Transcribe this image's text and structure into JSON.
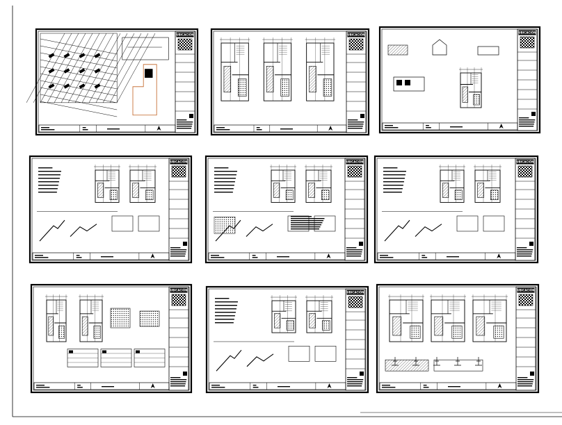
{
  "sheet_set": {
    "sheets": [
      {
        "id": "sheet-1",
        "title_block_label": "UBICACIÓN",
        "content": "location-map-and-site-plan"
      },
      {
        "id": "sheet-2",
        "title_block_label": "UBICACIÓN",
        "content": "three-floor-plans"
      },
      {
        "id": "sheet-3",
        "title_block_label": "UBICACIÓN",
        "content": "elevations-and-section"
      },
      {
        "id": "sheet-4",
        "title_block_label": "UBICACIÓN",
        "content": "installation-plans-with-isometric"
      },
      {
        "id": "sheet-5",
        "title_block_label": "UBICACIÓN",
        "content": "plans-with-tables-and-notes"
      },
      {
        "id": "sheet-6",
        "title_block_label": "UBICACIÓN",
        "content": "installation-plans-with-isometric"
      },
      {
        "id": "sheet-7",
        "title_block_label": "UBICACIÓN",
        "content": "structural-plans-with-schedules"
      },
      {
        "id": "sheet-8",
        "title_block_label": "UBICACIÓN",
        "content": "plans-with-details"
      },
      {
        "id": "sheet-9",
        "title_block_label": "UBICACIÓN",
        "content": "structural-plans-and-details"
      }
    ]
  },
  "colors": {
    "line": "#000000",
    "paper": "#ffffff",
    "hatch": "#333333",
    "parcel_outline": "#c06020"
  }
}
